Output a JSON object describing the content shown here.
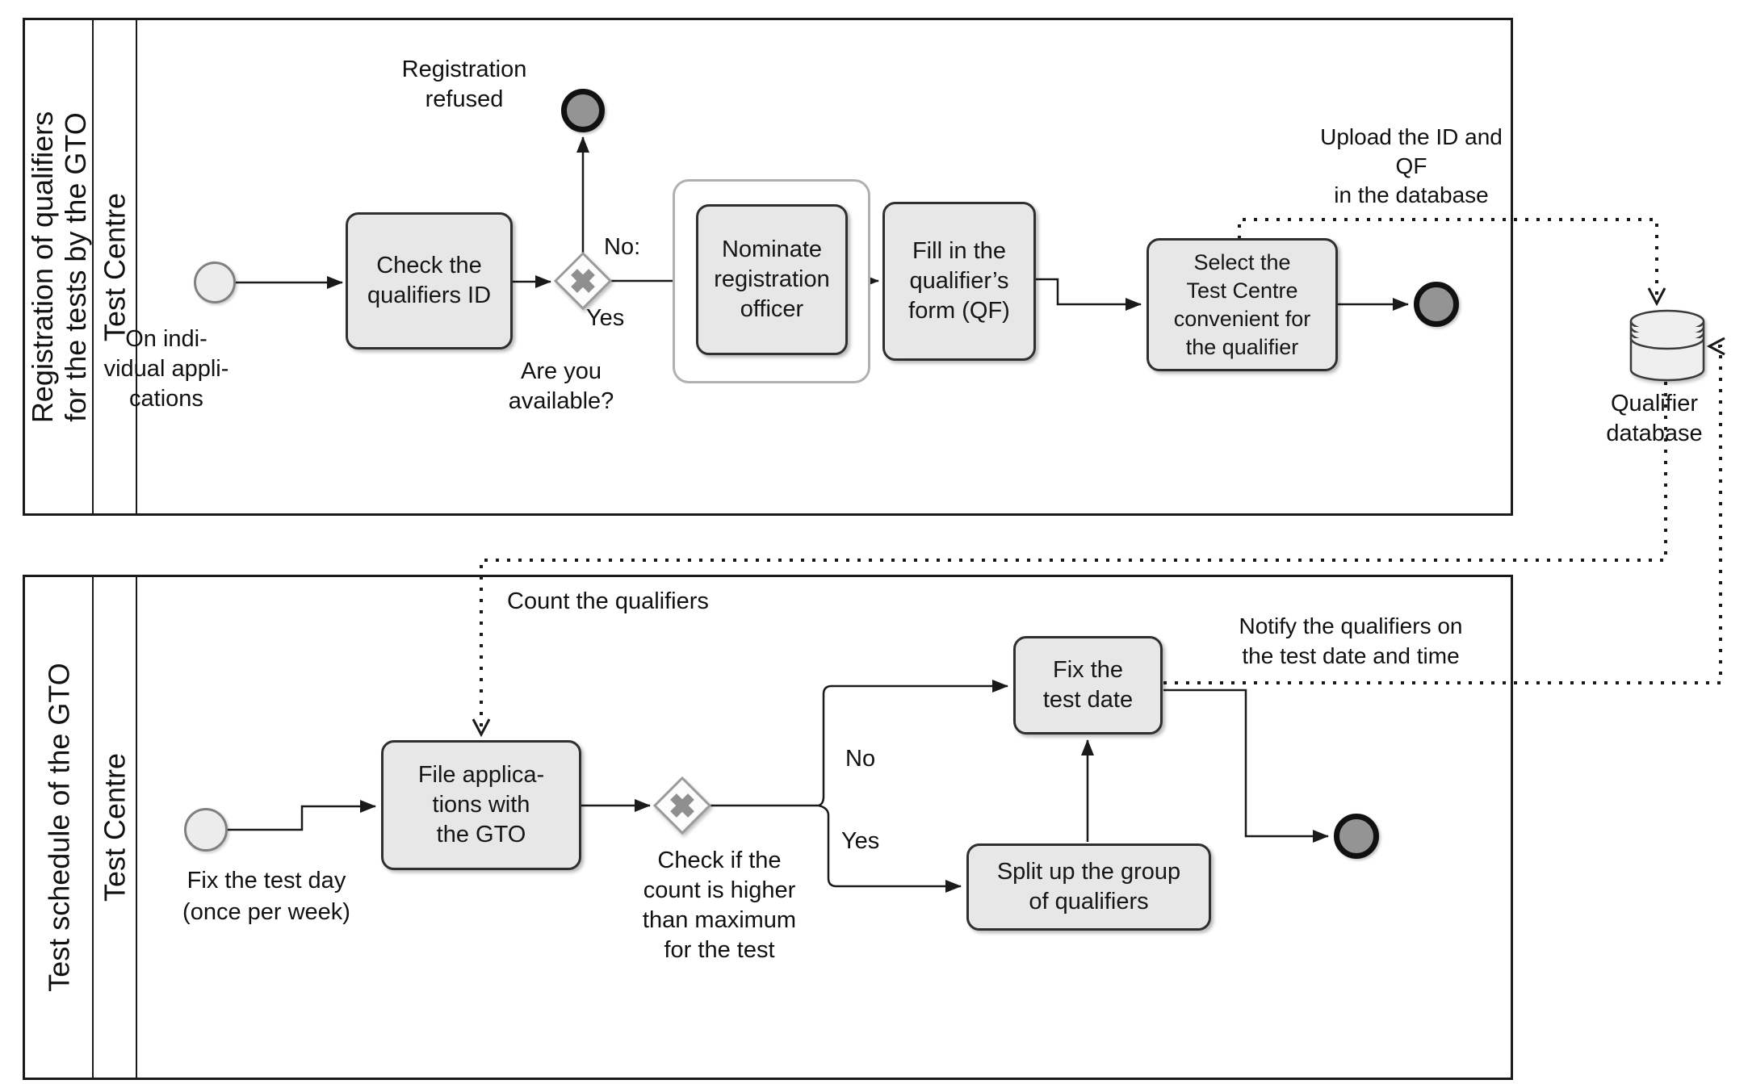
{
  "diagram": {
    "pools": [
      {
        "name": "Registration of qualifiers\nfor the tests by the GTO",
        "lane": "Test Centre"
      },
      {
        "name": "Test schedule of the GTO",
        "lane": "Test Centre"
      }
    ],
    "top": {
      "start_label": "On indi-\nvidual appli-\ncations",
      "task_check": "Check the\nqualifiers ID",
      "gateway_question": "Are you\navailable?",
      "branch_no": "No:",
      "branch_yes": "Yes",
      "end_refused_label": "Registration\nrefused",
      "task_nominate": "Nominate\nregistration\nofficer",
      "task_fill": "Fill in the\nqualifier’s\nform (QF)",
      "task_select": "Select the\nTest Centre\nconvenient for\nthe qualifier",
      "annotation_upload": "Upload the ID and\nQF\nin the database",
      "datastore_label": "Qualifier\ndatabase"
    },
    "bottom": {
      "start_label": "Fix the test day\n(once per week)",
      "task_file": "File applica-\ntions with\nthe GTO",
      "gateway_question": "Check if the\ncount is higher\nthan maximum\nfor the test",
      "branch_no": "No",
      "branch_yes": "Yes",
      "task_fix": "Fix the\ntest date",
      "task_split": "Split up the group\nof qualifiers",
      "annotation_count": "Count the qualifiers",
      "annotation_notify": "Notify the qualifiers on\nthe test date and time"
    },
    "colors": {
      "task_fill": "#e7e7e7",
      "task_border": "#2f2f2f",
      "start_fill": "#ececec",
      "start_border": "#808080",
      "end_fill": "#949494",
      "end_border": "#111111",
      "gateway_mark": "#8f8f8f",
      "frame_border": "#b0b0b0",
      "line": "#1a1a1a"
    }
  }
}
